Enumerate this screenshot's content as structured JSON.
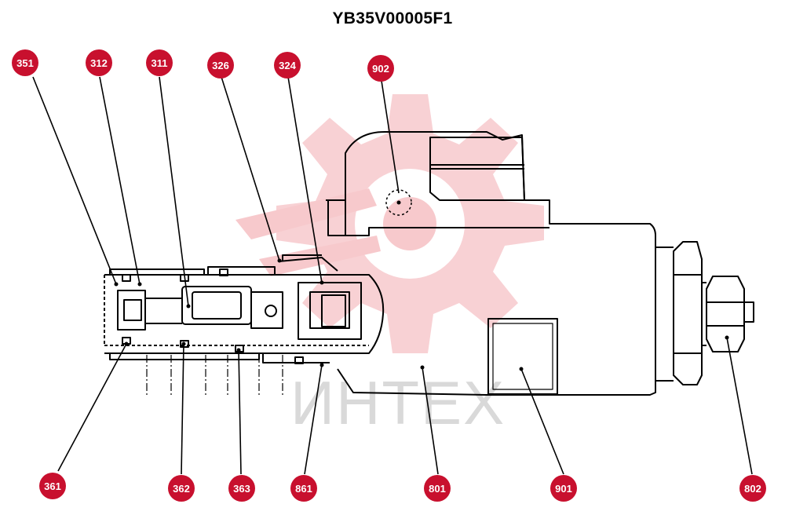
{
  "diagram": {
    "title": "YB35V00005F1",
    "watermark": "ИНТЕХ",
    "colors": {
      "callout": "#c8102e",
      "line": "#000000",
      "watermark_gear": "#f7c9cc",
      "watermark_text": "#d9d9d9"
    },
    "callouts": [
      {
        "id": "351",
        "label": "351"
      },
      {
        "id": "312",
        "label": "312"
      },
      {
        "id": "311",
        "label": "311"
      },
      {
        "id": "326",
        "label": "326"
      },
      {
        "id": "324",
        "label": "324"
      },
      {
        "id": "902",
        "label": "902"
      },
      {
        "id": "361",
        "label": "361"
      },
      {
        "id": "362",
        "label": "362"
      },
      {
        "id": "363",
        "label": "363"
      },
      {
        "id": "861",
        "label": "861"
      },
      {
        "id": "801",
        "label": "801"
      },
      {
        "id": "901",
        "label": "901"
      },
      {
        "id": "802",
        "label": "802"
      }
    ]
  }
}
